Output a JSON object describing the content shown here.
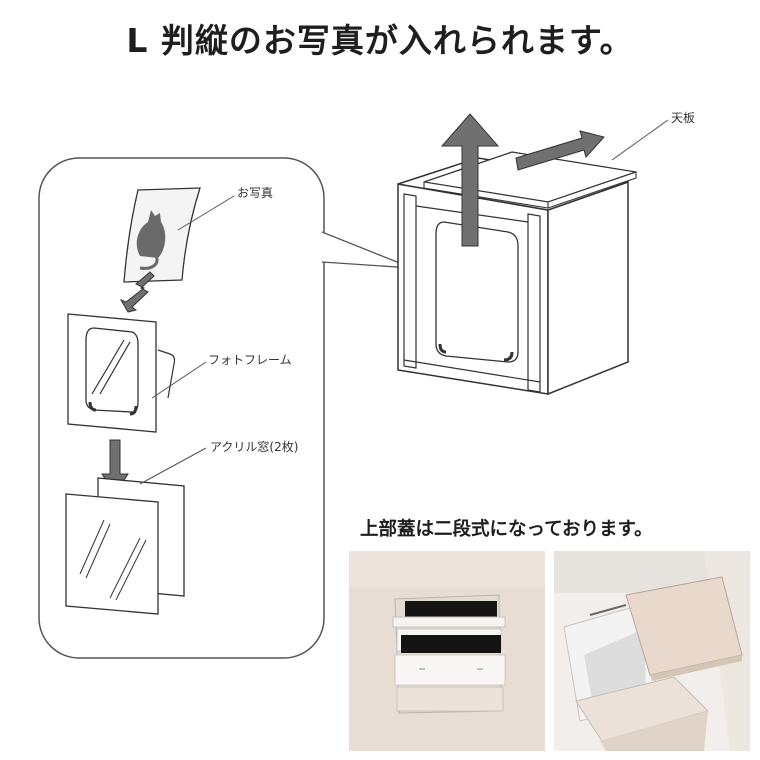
{
  "header": {
    "title": "L 判縦のお写真が入れられます。"
  },
  "labels": {
    "photo": "お写真",
    "frame": "フォトフレーム",
    "acrylic": "アクリル窓(2枚)",
    "top_board": "天板"
  },
  "photos": {
    "caption": "上部蓋は二段式になっております。"
  },
  "colors": {
    "line": "#333333",
    "arrow_fill": "#707070",
    "wood": "#e6dcd4",
    "black_strip": "#141414"
  }
}
